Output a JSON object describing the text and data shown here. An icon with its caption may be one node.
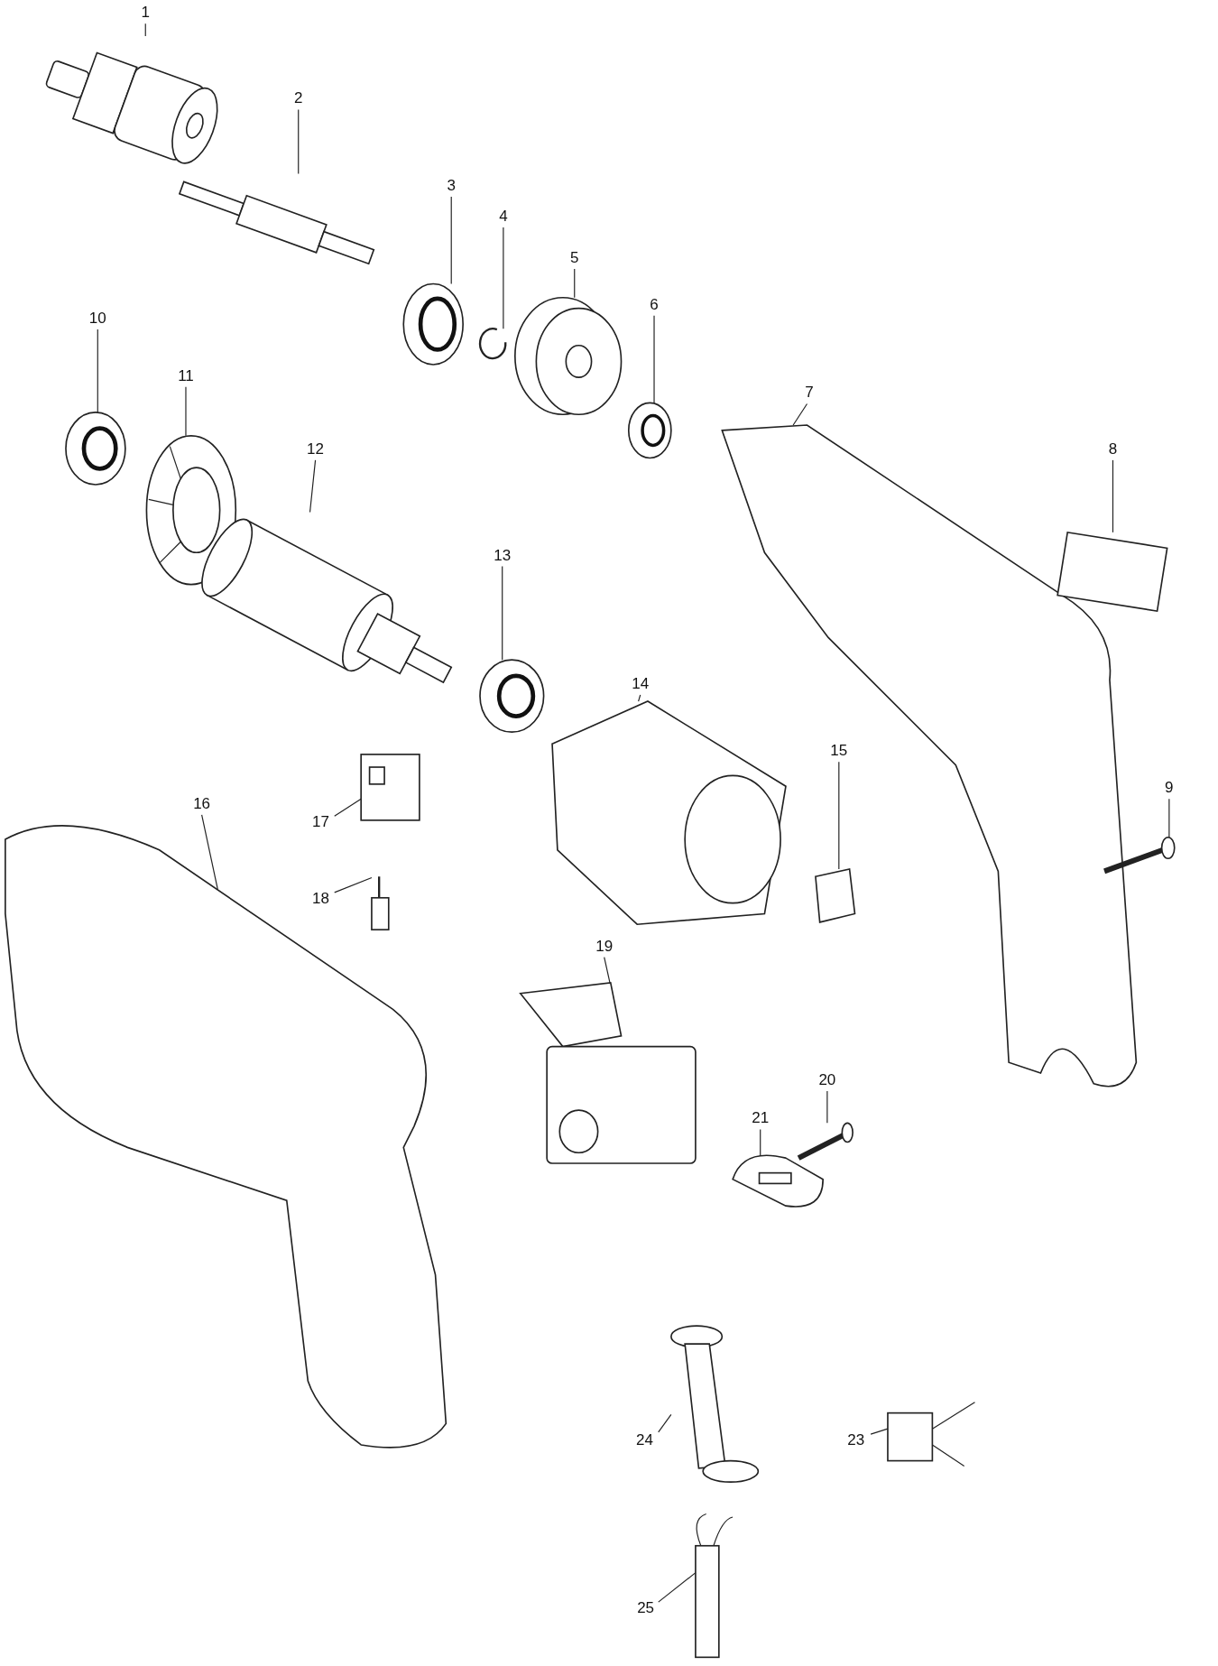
{
  "diagram": {
    "nodes": [
      {
        "text": [
          "1"
        ]
      },
      {
        "text": [
          "2"
        ]
      },
      {
        "text": [
          "3"
        ]
      },
      {
        "text": [
          "4"
        ]
      },
      {
        "text": [
          "5"
        ]
      },
      {
        "text": [
          "6"
        ]
      },
      {
        "text": [
          "7"
        ]
      },
      {
        "text": [
          "8"
        ]
      },
      {
        "text": [
          "9"
        ]
      },
      {
        "text": [
          "10"
        ]
      },
      {
        "text": [
          "11"
        ]
      },
      {
        "text": [
          "12"
        ]
      },
      {
        "text": [
          "13"
        ]
      },
      {
        "text": [
          "14"
        ]
      },
      {
        "text": [
          "15"
        ]
      },
      {
        "text": [
          "16"
        ]
      },
      {
        "text": [
          "17"
        ]
      },
      {
        "text": [
          "18"
        ]
      },
      {
        "text": [
          "19"
        ]
      },
      {
        "text": [
          "20"
        ]
      },
      {
        "text": [
          "21"
        ]
      },
      {
        "text": [
          "23"
        ]
      },
      {
        "text": [
          "24"
        ]
      },
      {
        "text": [
          "25"
        ]
      },
      {
        "text": [],
        "shape": "picture"
      },
      {
        "text": [],
        "shape": "picture"
      },
      {
        "text": [],
        "shape": "picture"
      },
      {
        "text": [],
        "shape": "picture"
      },
      {
        "text": [],
        "shape": "picture"
      },
      {
        "text": [],
        "shape": "picture"
      },
      {
        "text": [],
        "shape": "picture"
      },
      {
        "text": [],
        "shape": "box"
      },
      {
        "text": [],
        "shape": "picture"
      },
      {
        "text": [],
        "shape": "picture"
      },
      {
        "text": [],
        "shape": "picture"
      },
      {
        "text": [],
        "shape": "cylinder"
      },
      {
        "text": [],
        "shape": "picture"
      },
      {
        "text": [],
        "shape": "picture"
      },
      {
        "text": [],
        "shape": "picture"
      },
      {
        "text": [],
        "shape": "picture"
      },
      {
        "text": [],
        "shape": "box"
      },
      {
        "text": [],
        "shape": "box"
      },
      {
        "text": [],
        "shape": "picture"
      },
      {
        "text": [],
        "shape": "picture"
      },
      {
        "text": [],
        "shape": "picture"
      },
      {
        "text": [],
        "shape": "picture"
      },
      {
        "text": [],
        "shape": "picture"
      },
      {
        "text": [],
        "shape": "picture"
      }
    ],
    "edges": [
      {
        "from": 0,
        "to": 24,
        "arrow": "none"
      },
      {
        "from": 1,
        "to": 25,
        "arrow": "none"
      },
      {
        "from": 2,
        "to": 26,
        "arrow": "none"
      },
      {
        "from": 3,
        "to": 27,
        "arrow": "none"
      },
      {
        "from": 4,
        "to": 28,
        "arrow": "none"
      },
      {
        "from": 5,
        "to": 29,
        "arrow": "none"
      },
      {
        "from": 6,
        "to": 30,
        "arrow": "none"
      },
      {
        "from": 7,
        "to": 31,
        "arrow": "none"
      },
      {
        "from": 8,
        "to": 32,
        "arrow": "none"
      },
      {
        "from": 9,
        "to": 33,
        "arrow": "none"
      },
      {
        "from": 10,
        "to": 34,
        "arrow": "none"
      },
      {
        "from": 11,
        "to": 35,
        "arrow": "none"
      },
      {
        "from": 12,
        "to": 36,
        "arrow": "none"
      },
      {
        "from": 13,
        "to": 37,
        "arrow": "none"
      },
      {
        "from": 14,
        "to": 38,
        "arrow": "none"
      },
      {
        "from": 15,
        "to": 39,
        "arrow": "none"
      },
      {
        "from": 16,
        "to": 40,
        "arrow": "none"
      },
      {
        "from": 17,
        "to": 41,
        "arrow": "none"
      },
      {
        "from": 18,
        "to": 42,
        "arrow": "none"
      },
      {
        "from": 19,
        "to": 43,
        "arrow": "none"
      },
      {
        "from": 20,
        "to": 44,
        "arrow": "none"
      },
      {
        "from": 21,
        "to": 45,
        "arrow": "none"
      },
      {
        "from": 22,
        "to": 46,
        "arrow": "none"
      },
      {
        "from": 23,
        "to": 47,
        "arrow": "none"
      }
    ]
  }
}
